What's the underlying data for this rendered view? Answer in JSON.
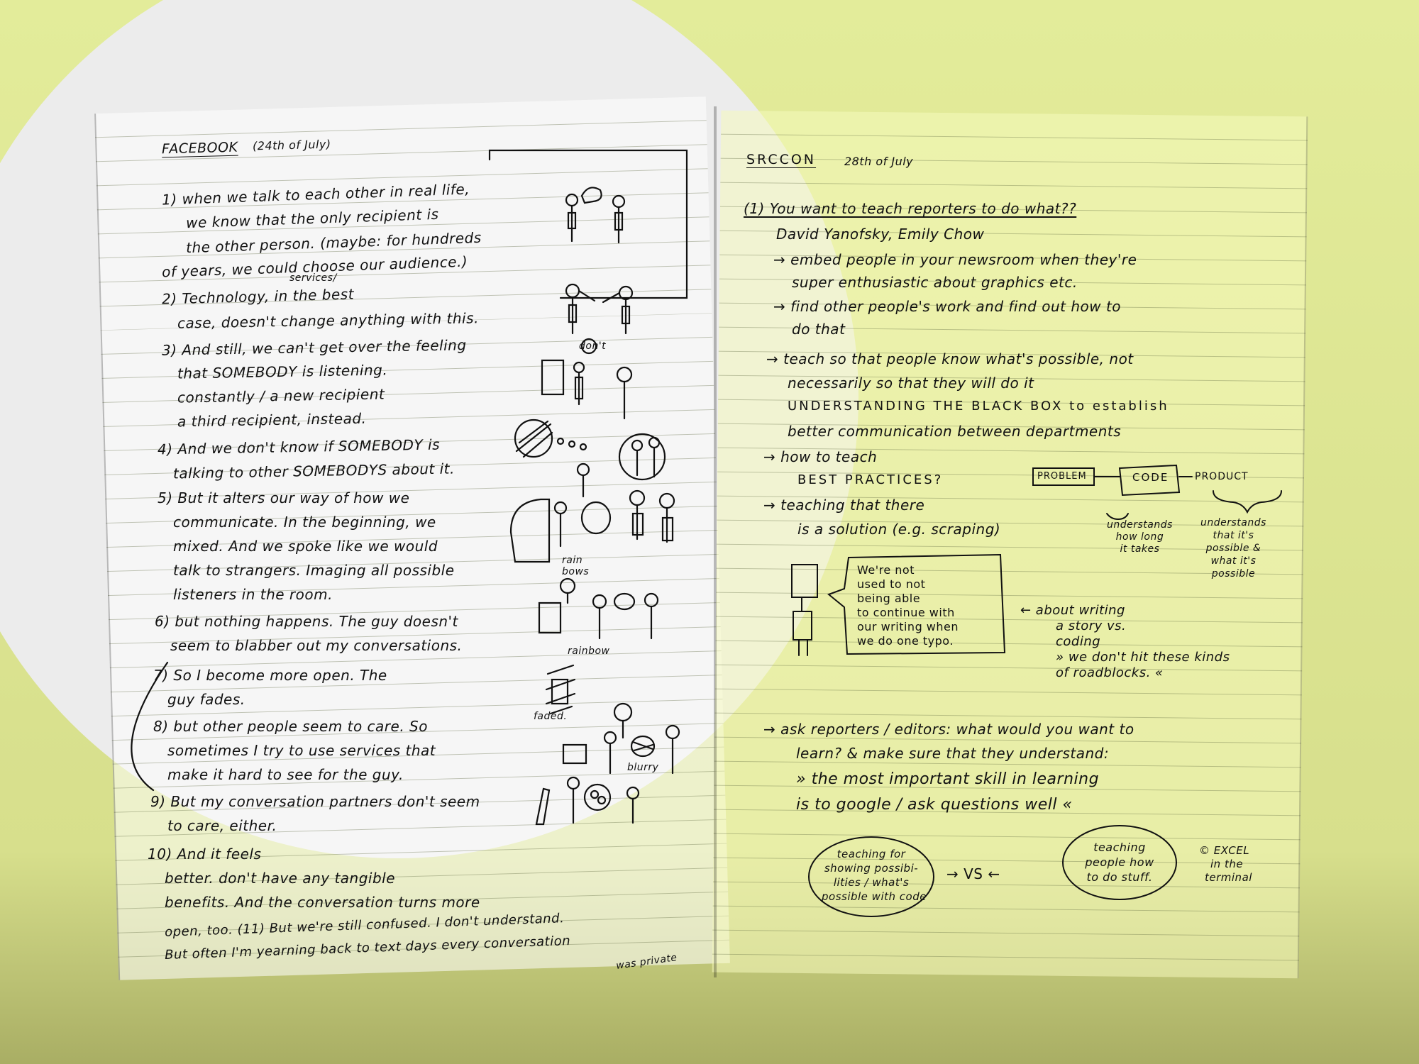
{
  "left_page": {
    "title": "FACEBOOK",
    "date": "(24th of July)",
    "lines": [
      "1) when we talk to each other in real life,",
      "we know that the only recipient is",
      "the other person. (maybe: for hundreds",
      "of years, we could choose our audience.)",
      "2) Technology, in the best",
      "services/",
      "case, doesn't change anything with this.",
      "3) And still, we can't get over the feeling",
      "that SOMEBODY is listening.",
      "constantly / a new recipient",
      "a third recipient, instead.",
      "4) And we don't know if SOMEBODY is",
      "talking to other SOMEBODYS about it.",
      "5) But it alters our way of how we",
      "communicate. In the beginning, we",
      "mixed. And we spoke like we would",
      "talk to strangers. Imaging all possible",
      "listeners in the room.",
      "6) but nothing happens. The guy doesn't",
      "seem to blabber out my conversations.",
      "7) So I become more open. The",
      "guy fades.",
      "8) but other people seem to care. So",
      "sometimes I try to use services that",
      "make it hard to see for the guy.",
      "9) But my conversation partners don't seem",
      "to care, either.",
      "10) And it feels",
      "better. don't have any tangible",
      "benefits. And the conversation turns more",
      "open, too. (11) But we're still confused. I don't understand.",
      "But often I'm yearning back to text days every conversation",
      "was private"
    ],
    "sketch_labels": {
      "dont": "don't",
      "rainbows": "rain bows",
      "rainbow": "rainbow",
      "faded": "faded.",
      "blurry": "blurry"
    }
  },
  "right_page": {
    "title": "SRCCON",
    "date": "28th of July",
    "heading": "(1) You want to teach reporters to do what??",
    "speakers": "David Yanofsky, Emily Chow",
    "lines": [
      "→ embed people in your newsroom when they're",
      "super enthusiastic about graphics etc.",
      "→ find other people's work and find out how to",
      "do that",
      "→ teach so that people know what's possible, not",
      "necessarily so that they will do it",
      "UNDERSTANDING THE BLACK BOX to establish",
      "better communication between departments",
      "→ how to teach",
      "BEST PRACTICES?",
      "→ teaching that there",
      "is a solution (e.g. scraping)"
    ],
    "flow": {
      "problem": "PROBLEM",
      "code": "CODE",
      "product": "PRODUCT",
      "note1": [
        "understands",
        "how long",
        "it takes"
      ],
      "note2": [
        "understands",
        "that it's",
        "possible &",
        "what it's",
        "possible"
      ]
    },
    "speech_bubble": [
      "We're not",
      "used to not",
      "being able",
      "to continue with",
      "our writing when",
      "we do one typo."
    ],
    "about_note": [
      "← about writing",
      "a story vs.",
      "coding",
      "» we don't hit these kinds",
      "of roadblocks. «"
    ],
    "ask_lines": [
      "→ ask reporters / editors: what would you want to",
      "learn? & make sure that they understand:",
      "» the most important skill in learning",
      "is to google / ask questions well «"
    ],
    "bubble_left": [
      "teaching for",
      "showing possibi-",
      "lities / what's",
      "possible with code"
    ],
    "vs": "→ VS ←",
    "bubble_right": [
      "teaching",
      "people how",
      "to do stuff."
    ],
    "excel_note": [
      "© EXCEL",
      "in the",
      "terminal"
    ]
  }
}
